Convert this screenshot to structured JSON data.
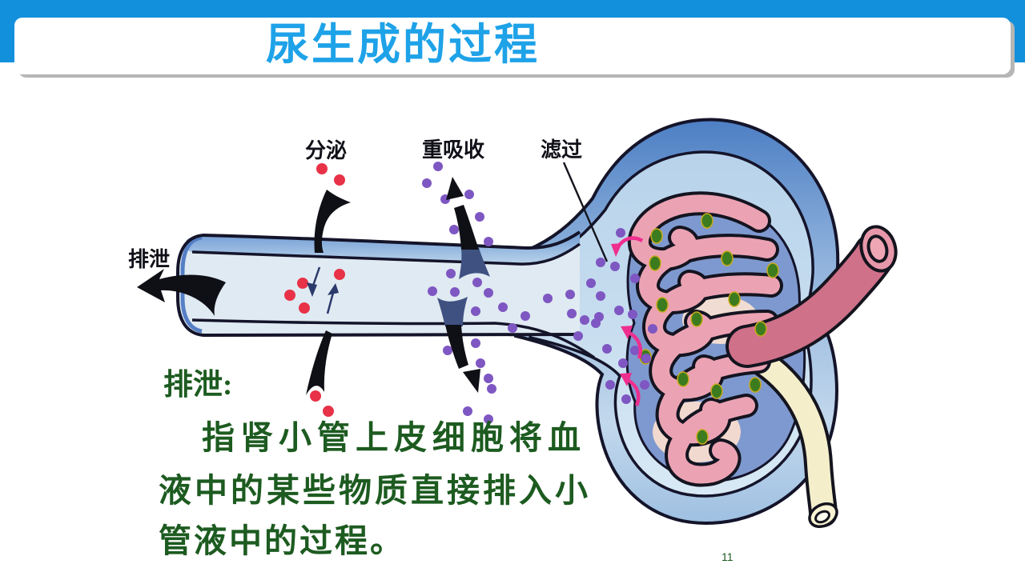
{
  "header": {
    "title": "尿生成的过程"
  },
  "diagram": {
    "labels": {
      "secretion": "分泌",
      "reabsorption": "重吸收",
      "filtration": "滤过",
      "excretion": "排泄"
    },
    "colors": {
      "red_dot": "#e83248",
      "purple_dot": "#7e57c2",
      "green_dot": "#3c7c1e",
      "pink_arrow": "#ee2f8f",
      "capillary_pink": "#eba3b3",
      "vessel_rose": "#cf7189",
      "capsule_blue": "#4d7fc4",
      "tube_fill": "#e0eaf2",
      "cream_duct": "#f4eecb"
    }
  },
  "caption": {
    "heading": "排泄:",
    "lines": [
      "指肾小管上皮细胞将血",
      "液中的某些物质直接排入小",
      "管液中的过程。"
    ]
  },
  "footer": {
    "page_number": "11"
  },
  "theme": {
    "header_blue": "#1390dc",
    "title_blue": "#1ea2e8",
    "text_green": "#1d5b20"
  }
}
